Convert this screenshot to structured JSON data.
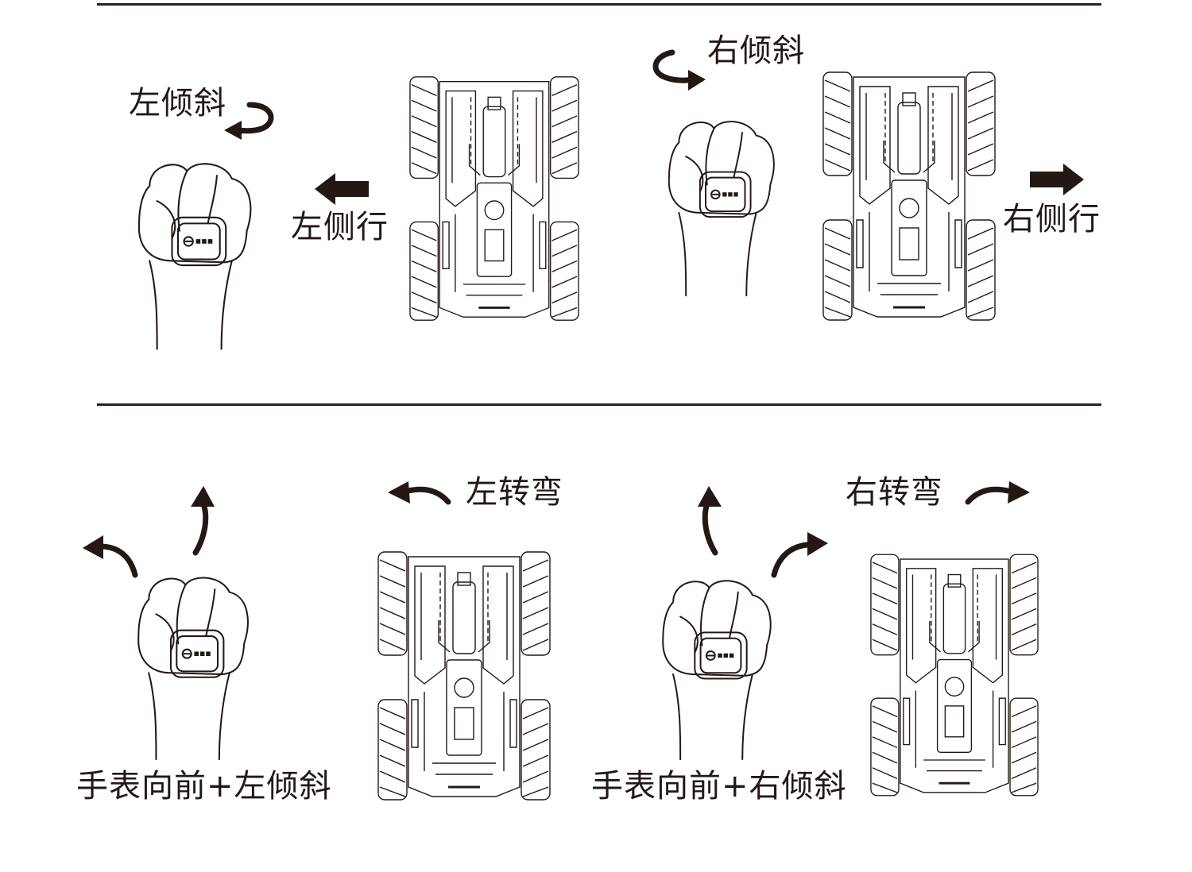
{
  "top_panel": {
    "left_tilt_label": "左倾斜",
    "left_strafe_label": "左侧行",
    "right_tilt_label": "右倾斜",
    "right_strafe_label": "右侧行"
  },
  "bottom_panel": {
    "left_turn_label": "左转弯",
    "right_turn_label": "右转弯",
    "left_gesture_label": "手表向前+左倾斜",
    "right_gesture_label": "手表向前+右倾斜"
  },
  "colors": {
    "ink": "#231815",
    "background": "#ffffff"
  },
  "icons": [
    "fist-with-watch",
    "mecanum-car-top-view",
    "curved-arrow",
    "straight-arrow"
  ]
}
